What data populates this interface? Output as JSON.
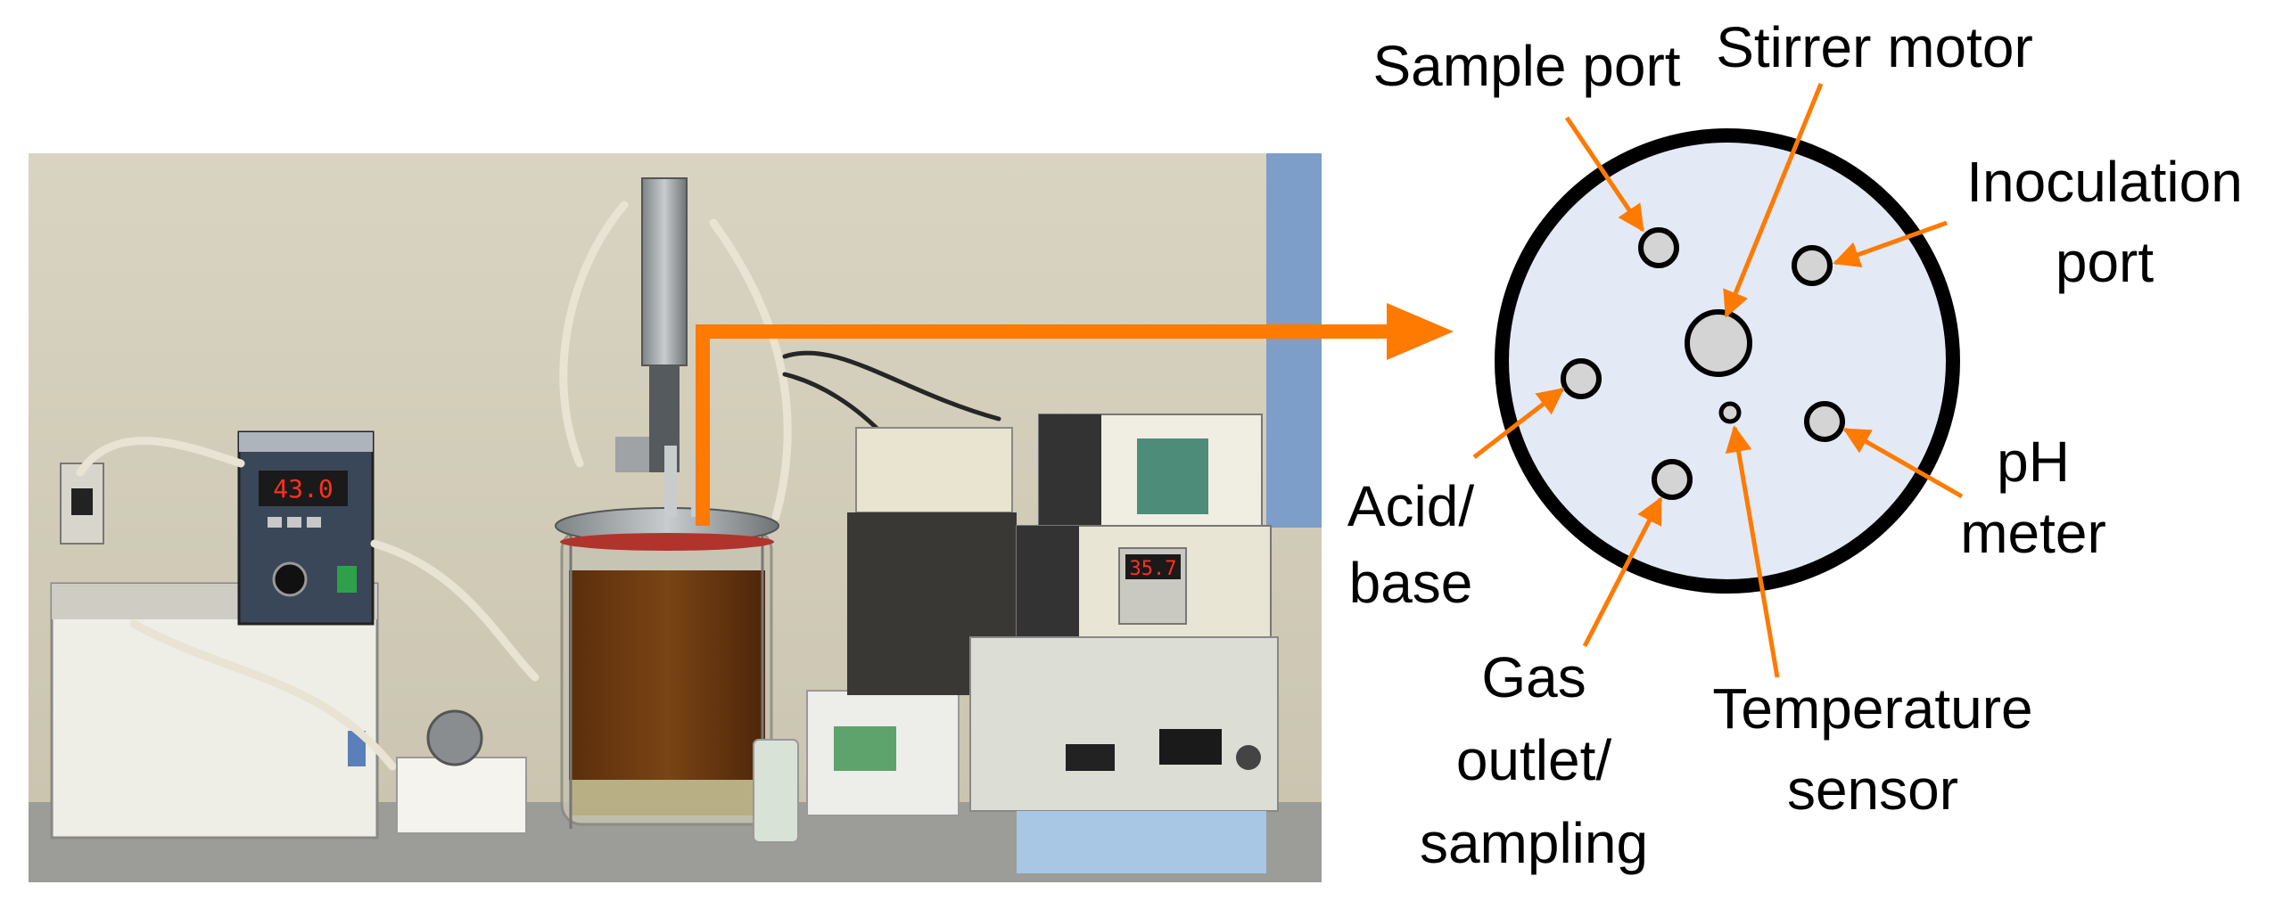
{
  "colors": {
    "accent": "#FF7A00",
    "lid_fill": "#E3EAF5",
    "rim": "#000000",
    "port_fill": "#D4D4D4",
    "background": "#FFFFFF"
  },
  "photo": {
    "circulator_display": "43.0",
    "controller_display": "35.7"
  },
  "labels": {
    "sample_port": "Sample port",
    "stirrer_motor": "Stirrer motor",
    "inoculation_1": "Inoculation",
    "inoculation_2": "port",
    "acid_1": "Acid/",
    "acid_2": "base",
    "ph_1": "pH",
    "ph_2": "meter",
    "gas_1": "Gas",
    "gas_2": "outlet/",
    "gas_3": "sampling",
    "temp_1": "Temperature",
    "temp_2": "sensor"
  }
}
